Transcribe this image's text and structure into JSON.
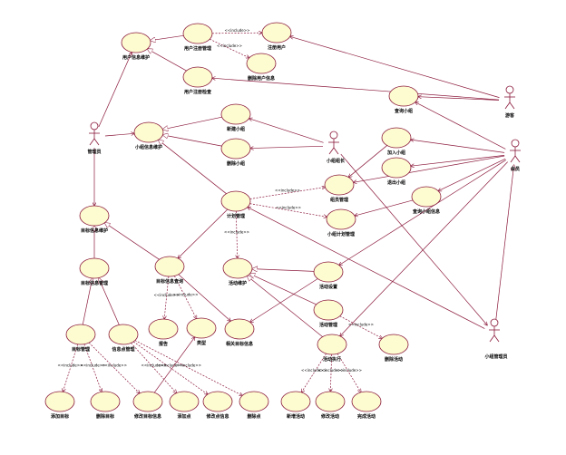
{
  "usecases": [
    {
      "id": "u_user_info",
      "label": "用户信息维护"
    },
    {
      "id": "u_user_reg_mgmt",
      "label": "用户注册管理"
    },
    {
      "id": "u_register",
      "label": "注册用户"
    },
    {
      "id": "u_delete_user",
      "label": "删除用户信息"
    },
    {
      "id": "u_user_reg_query",
      "label": "用户注册检查"
    },
    {
      "id": "u_query_group",
      "label": "查询小组"
    },
    {
      "id": "u_new_group",
      "label": "新建小组"
    },
    {
      "id": "u_group_info",
      "label": "小组信息维护"
    },
    {
      "id": "u_del_group",
      "label": "删除小组"
    },
    {
      "id": "u_join_group",
      "label": "加入小组"
    },
    {
      "id": "u_quit_group",
      "label": "退出小组"
    },
    {
      "id": "u_query_group_info",
      "label": "查询小组信息"
    },
    {
      "id": "u_group_mgmt",
      "label": "组员管理"
    },
    {
      "id": "u_plan_mgmt",
      "label": "计划管理"
    },
    {
      "id": "u_group_plan",
      "label": "小组计划管理"
    },
    {
      "id": "u_goal_info",
      "label": "目标信息维护"
    },
    {
      "id": "u_goal_mgmt",
      "label": "目标信息管理"
    },
    {
      "id": "u_goal_query",
      "label": "目标信息查询"
    },
    {
      "id": "u_activity",
      "label": "活动维护"
    },
    {
      "id": "u_activity_set",
      "label": "活动设置"
    },
    {
      "id": "u_activity_mgmt",
      "label": "活动管理"
    },
    {
      "id": "u_activity_exec",
      "label": "活动执行"
    },
    {
      "id": "u_del_activity",
      "label": "删除活动"
    },
    {
      "id": "u_report",
      "label": "报告"
    },
    {
      "id": "u_type",
      "label": "类型"
    },
    {
      "id": "u_related_goal",
      "label": "相关目标信息"
    },
    {
      "id": "u_goal_handle",
      "label": "目标管理"
    },
    {
      "id": "u_info_handle",
      "label": "信息点管理"
    },
    {
      "id": "u_add_goal",
      "label": "添加目标"
    },
    {
      "id": "u_del_goal",
      "label": "删除目标"
    },
    {
      "id": "u_modify_goal_info",
      "label": "修改目标信息"
    },
    {
      "id": "u_add_point",
      "label": "添加点"
    },
    {
      "id": "u_modify_point_info",
      "label": "修改点信息"
    },
    {
      "id": "u_del_point",
      "label": "删除点"
    },
    {
      "id": "u_new_activity",
      "label": "新增活动"
    },
    {
      "id": "u_modify_activity",
      "label": "修改活动"
    },
    {
      "id": "u_complete_activity",
      "label": "完成活动"
    }
  ],
  "actors": [
    {
      "id": "a_admin",
      "label": "管理员"
    },
    {
      "id": "a_visitor",
      "label": "游客"
    },
    {
      "id": "a_member",
      "label": "会员"
    },
    {
      "id": "a_group_leader",
      "label": "小组组长"
    },
    {
      "id": "a_group_admin",
      "label": "小组管理员"
    }
  ],
  "stereotype": "<<include>>",
  "colors": {
    "line": "#8b1a3c",
    "fill": "#fdfbd0",
    "stroke": "#8b1a3c"
  }
}
